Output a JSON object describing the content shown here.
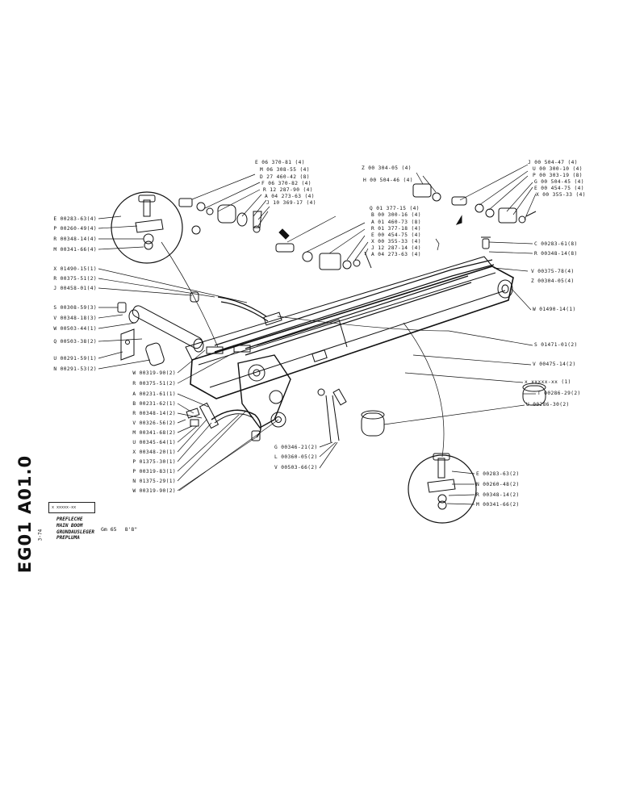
{
  "document": {
    "side_code": "EG01 A01.0",
    "side_date": "3-74",
    "title_box_ref": "x xxxxx-xx",
    "titles": [
      "PREFLECHE",
      "MAIN BOOM",
      "GRUNDAUSLEGER",
      "PREPLUMA"
    ],
    "model": "Gm 65",
    "model_size": "8'8\""
  },
  "labels": {
    "left": [
      "E 00283-63(4)",
      "P 00260-49(4)",
      "R 00348-14(4)",
      "M 00341-66(4)",
      "X 01490-15(1)",
      "R 00375-51(2)",
      "J 00458-01(4)",
      "S 00308-59(3)",
      "V 00348-18(3)",
      "W 00503-44(1)",
      "Q 00503-38(2)",
      "U 00291-59(1)",
      "N 00291-53(2)",
      "W 00319-90(2)",
      "R 00375-51(2)",
      "A 00231-61(1)",
      "B 00231-62(1)",
      "R 00348-14(2)",
      "V 00326-56(2)",
      "M 00341-68(2)",
      "U 00345-64(1)",
      "X 00348-20(1)",
      "P 01375-30(1)",
      "P 00319-83(1)",
      "N 01375-29(1)",
      "W 00319-90(2)"
    ],
    "top_left_group": [
      "E 06 370-81 (4)",
      "M 06 308-55 (4)",
      "D 27 460-42 (8)",
      "F 06 370-82 (4)",
      "R 12 287-90 (4)",
      "A 04 273-63 (4)",
      "J 10 369-17 (4)"
    ],
    "top_mid_a": [
      "Z 00 304-05 (4)",
      "H 00 504-46 (4)"
    ],
    "top_mid_b": [
      "Q 01 377-15 (4)",
      "B 00 300-16 (4)",
      "A 01 460-73 (8)",
      "R 01 377-18 (4)",
      "E 00 454-75 (4)",
      "X 00 355-33 (4)",
      "J 12 287-14 (4)",
      "A 04 273-63 (4)"
    ],
    "top_right_group": [
      "J 00 504-47 (4)",
      "U 00 300-10 (4)",
      "P 00 303-19 (8)",
      "G 00 504-45 (4)",
      "E 00 454-75 (4)",
      "X 00 355-33 (4)"
    ],
    "right": [
      "C 00283-61(8)",
      "R 00348-14(8)",
      "V 00375-78(4)",
      "Z 00304-05(4)",
      "W 01490-14(1)",
      "S 01471-01(2)",
      "V 00475-14(2)",
      "x xxxxx-xx (1)",
      "T 00286-29(2)",
      "U 00286-30(2)"
    ],
    "center_bottom": [
      "G 00346-21(2)",
      "L 00360-05(2)",
      "V 00503-66(2)"
    ],
    "bottom_right_group": [
      "E 00283-63(2)",
      "N 00260-48(2)",
      "R 00348-14(2)",
      "M 00341-66(2)"
    ]
  }
}
